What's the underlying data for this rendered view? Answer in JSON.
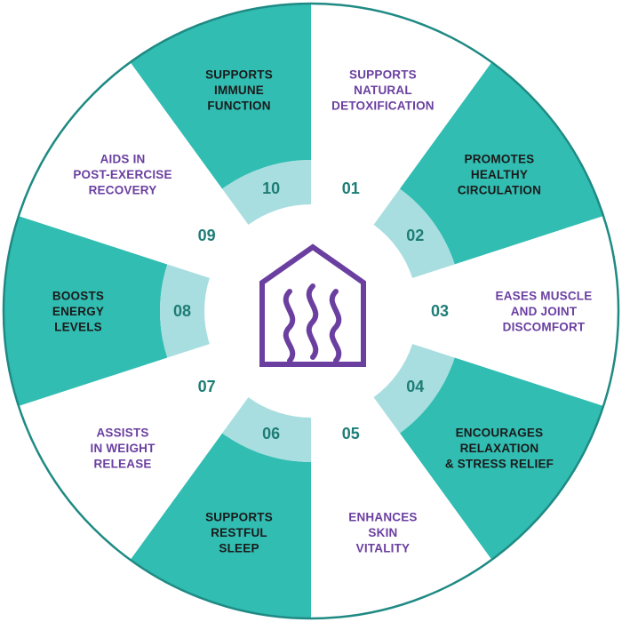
{
  "colors": {
    "teal": "#31bdb2",
    "light_teal": "#a8dee0",
    "white": "#ffffff",
    "border": "#1e8a83",
    "number": "#1e7d76",
    "purple": "#6a3fa0",
    "dark_text": "#1a1a1a"
  },
  "center_icon": "house-with-steam-icon",
  "segments": [
    {
      "number": "01",
      "lines": [
        "SUPPORTS",
        "NATURAL",
        "DETOXIFICATION"
      ],
      "fill": "white"
    },
    {
      "number": "02",
      "lines": [
        "PROMOTES",
        "HEALTHY",
        "CIRCULATION"
      ],
      "fill": "teal"
    },
    {
      "number": "03",
      "lines": [
        "EASES MUSCLE",
        "AND JOINT",
        "DISCOMFORT"
      ],
      "fill": "white"
    },
    {
      "number": "04",
      "lines": [
        "ENCOURAGES",
        "RELAXATION",
        "& STRESS RELIEF"
      ],
      "fill": "teal"
    },
    {
      "number": "05",
      "lines": [
        "ENHANCES",
        "SKIN",
        "VITALITY"
      ],
      "fill": "white"
    },
    {
      "number": "06",
      "lines": [
        "SUPPORTS",
        "RESTFUL",
        "SLEEP"
      ],
      "fill": "teal"
    },
    {
      "number": "07",
      "lines": [
        "ASSISTS",
        "IN WEIGHT",
        "RELEASE"
      ],
      "fill": "white"
    },
    {
      "number": "08",
      "lines": [
        "BOOSTS",
        "ENERGY",
        "LEVELS"
      ],
      "fill": "teal"
    },
    {
      "number": "09",
      "lines": [
        "AIDS IN",
        "POST-EXERCISE",
        "RECOVERY"
      ],
      "fill": "white"
    },
    {
      "number": "10",
      "lines": [
        "SUPPORTS",
        "IMMUNE",
        "FUNCTION"
      ],
      "fill": "teal"
    }
  ]
}
